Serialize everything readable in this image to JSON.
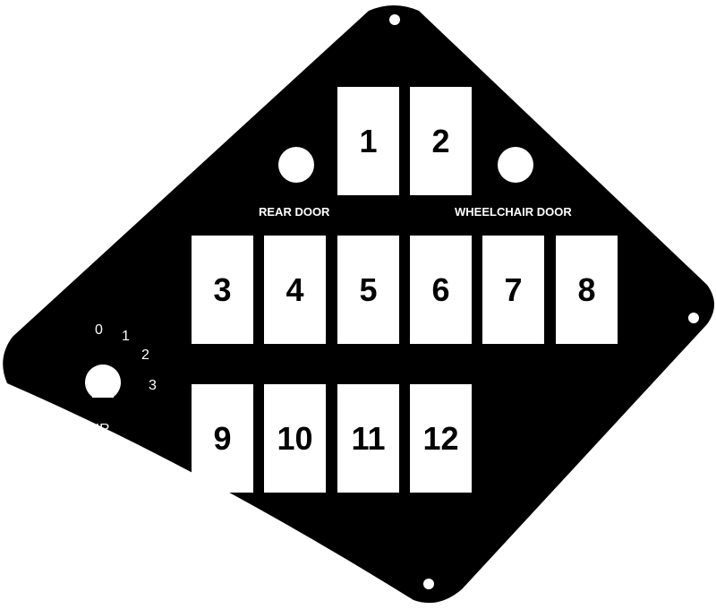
{
  "panel": {
    "plate_color": "#000000",
    "cutout_color": "#ffffff",
    "label_color": "#ffffff"
  },
  "labels": {
    "rear_door": "REAR DOOR",
    "wheelchair_door": "WHEELCHAIR DOOR",
    "air": "AIR"
  },
  "air_dial_positions": [
    "0",
    "1",
    "2",
    "3"
  ],
  "switches": [
    "1",
    "2",
    "3",
    "4",
    "5",
    "6",
    "7",
    "8",
    "9",
    "10",
    "11",
    "12"
  ]
}
